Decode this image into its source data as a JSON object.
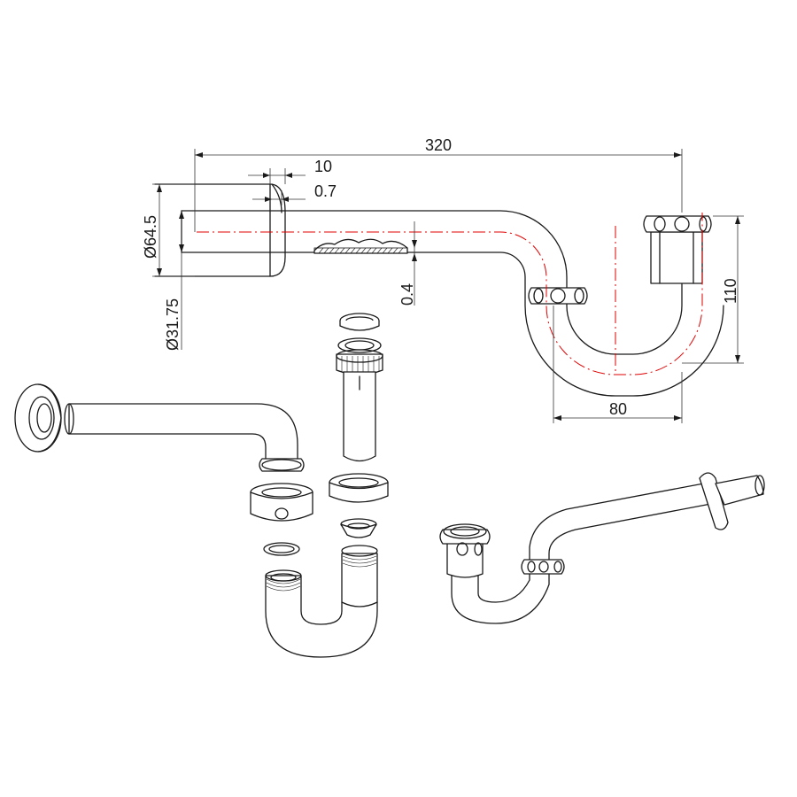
{
  "dimensions": {
    "overall_length": "320",
    "wall_thickness_offset": "10",
    "wall_thickness": "0.7",
    "outer_diameter": "Ø64.5",
    "pipe_diameter": "Ø31.75",
    "gap": "0.4",
    "trap_height": "110",
    "trap_width": "80"
  },
  "colors": {
    "lines": "#1a1a1a",
    "centerline": "#e00000",
    "background": "#ffffff"
  }
}
